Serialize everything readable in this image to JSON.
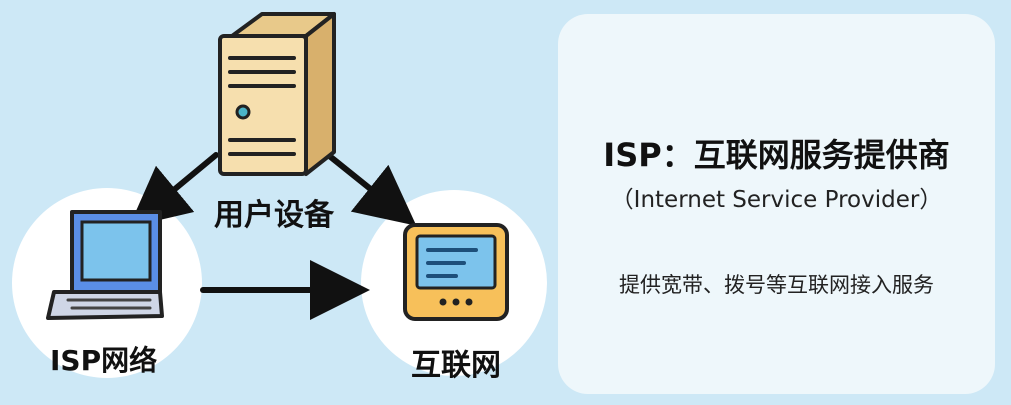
{
  "diagram": {
    "nodes": {
      "user_device": {
        "label": "用户设备",
        "icon": "server-tower-icon"
      },
      "isp_network": {
        "label": "ISP网络",
        "icon": "laptop-icon"
      },
      "internet": {
        "label": "互联网",
        "icon": "monitor-icon"
      }
    },
    "edges": [
      {
        "from": "user_device",
        "to": "isp_network"
      },
      {
        "from": "user_device",
        "to": "internet"
      },
      {
        "from": "isp_network",
        "to": "internet"
      }
    ]
  },
  "info_card": {
    "title": "ISP：互联网服务提供商",
    "subtitle": "（Internet Service Provider）",
    "description": "提供宽带、拨号等互联网接入服务"
  },
  "colors": {
    "background": "#cde8f6",
    "card": "#eef7fb",
    "server_body": "#f6dfae",
    "laptop_body": "#5a8ee6",
    "monitor_body": "#f7c05a",
    "screen": "#7cc3ec"
  }
}
